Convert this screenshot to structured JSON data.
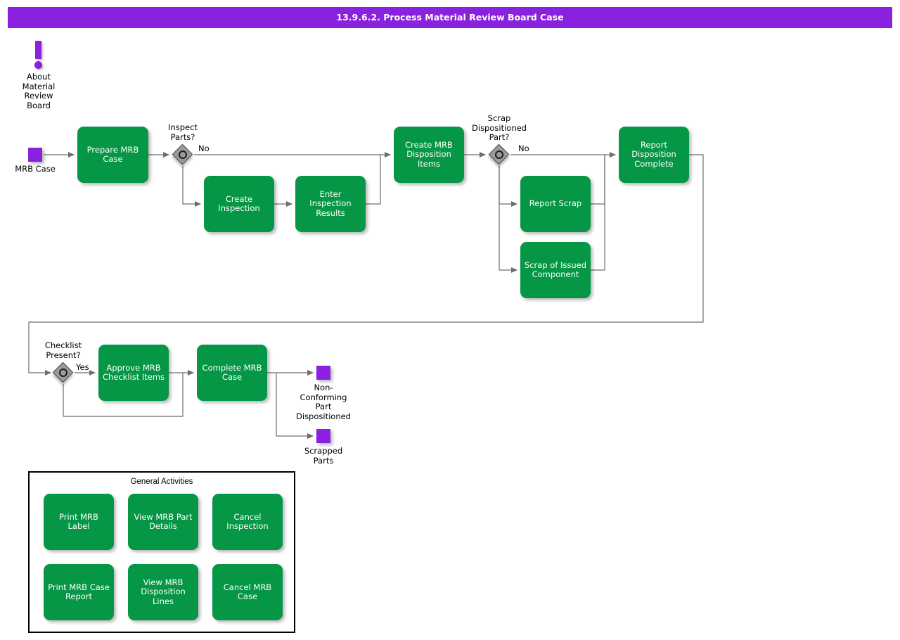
{
  "header": {
    "title": "13.9.6.2. Process Material Review Board Case",
    "bar_color": "#8A21DE",
    "text_color": "#ffffff"
  },
  "palette": {
    "task_green": "#059646",
    "event_purple": "#8A21DE",
    "gateway_gray": "#9b9b9b",
    "connector_gray": "#6d6d6d",
    "background": "#ffffff"
  },
  "annotation": {
    "icon": "exclamation-icon",
    "label": "About\nMaterial\nReview\nBoard"
  },
  "events": [
    {
      "id": "start-mrb-case",
      "label": "MRB Case",
      "type": "start"
    },
    {
      "id": "end-non-conforming",
      "label": "Non-\nConforming\nPart\nDispositioned",
      "type": "end"
    },
    {
      "id": "end-scrapped-parts",
      "label": "Scrapped\nParts",
      "type": "end"
    }
  ],
  "tasks": [
    {
      "id": "prepare-mrb-case",
      "label": "Prepare MRB\nCase"
    },
    {
      "id": "create-inspection",
      "label": "Create\nInspection"
    },
    {
      "id": "enter-inspection-results",
      "label": "Enter\nInspection\nResults"
    },
    {
      "id": "create-mrb-disposition-items",
      "label": "Create MRB\nDisposition\nItems"
    },
    {
      "id": "report-scrap",
      "label": "Report Scrap"
    },
    {
      "id": "scrap-of-issued-component",
      "label": "Scrap of Issued\nComponent"
    },
    {
      "id": "report-disposition-complete",
      "label": "Report\nDisposition\nComplete"
    },
    {
      "id": "approve-mrb-checklist-items",
      "label": "Approve MRB\nChecklist Items"
    },
    {
      "id": "complete-mrb-case",
      "label": "Complete MRB\nCase"
    }
  ],
  "gateways": [
    {
      "id": "inspect-parts",
      "label": "Inspect\nParts?",
      "flow_label": "No"
    },
    {
      "id": "scrap-dispositioned-part",
      "label": "Scrap\nDispositioned\nPart?",
      "flow_label": "No"
    },
    {
      "id": "checklist-present",
      "label": "Checklist\nPresent?",
      "flow_label": "Yes"
    }
  ],
  "general_activities": {
    "title": "General Activities",
    "items": [
      {
        "id": "print-mrb-label",
        "label": "Print MRB Label"
      },
      {
        "id": "view-mrb-part-details",
        "label": "View MRB Part\nDetails"
      },
      {
        "id": "cancel-inspection",
        "label": "Cancel\nInspection"
      },
      {
        "id": "print-mrb-case-report",
        "label": "Print MRB Case\nReport"
      },
      {
        "id": "view-mrb-disposition-lines",
        "label": "View MRB\nDisposition Lines"
      },
      {
        "id": "cancel-mrb-case",
        "label": "Cancel MRB\nCase"
      }
    ]
  }
}
